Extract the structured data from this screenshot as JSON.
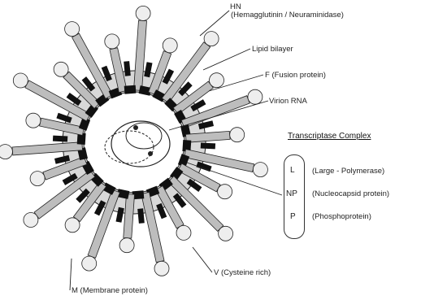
{
  "labels": {
    "hn_line1": "HN",
    "hn_line2": "(Hemagglutinin / Neuraminidase)",
    "lipid": "Lipid bilayer",
    "fusion": "F  (Fusion protein)",
    "virion": "Virion  RNA",
    "v_cys": "V  (Cysteine rich)",
    "m_membrane": "M  (Membrane  protein)"
  },
  "transcriptase": {
    "title": "Transcriptase  Complex",
    "items": [
      {
        "letter": "L",
        "desc": "(Large - Polymerase)"
      },
      {
        "letter": "NP",
        "desc": "(Nucleocapsid protein)"
      },
      {
        "letter": "P",
        "desc": "(Phosphoprotein)"
      }
    ]
  },
  "colors": {
    "ink": "#222222",
    "spike_fill": "#bdbdbd",
    "knob_fill": "#eeeeee",
    "membrane_fill": "#d8d8d8",
    "m_protein": "#111111"
  }
}
